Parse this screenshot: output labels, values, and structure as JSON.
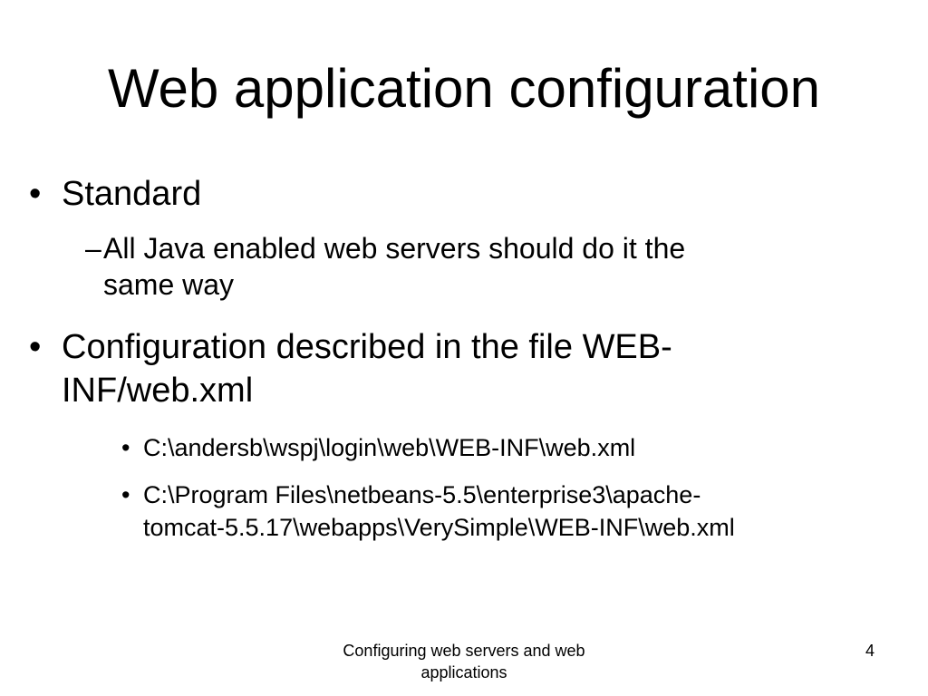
{
  "slide": {
    "title": "Web application configuration",
    "bullet_marker": "•",
    "dash_marker": "–",
    "items": [
      {
        "lines": [
          "Standard"
        ]
      },
      {
        "lines": [
          "All Java enabled web servers should do it the",
          "same way"
        ]
      },
      {
        "lines": [
          "Configuration described in the file WEB-",
          "INF/web.xml"
        ]
      },
      {
        "lines": [
          "C:\\andersb\\wspj\\login\\web\\WEB-INF\\web.xml"
        ]
      },
      {
        "lines": [
          "C:\\Program Files\\netbeans-5.5\\enterprise3\\apache-",
          "tomcat-5.5.17\\webapps\\VerySimple\\WEB-INF\\web.xml"
        ]
      }
    ],
    "footer": {
      "lines": [
        "Configuring web servers and web",
        "applications"
      ],
      "page_number": "4"
    }
  }
}
